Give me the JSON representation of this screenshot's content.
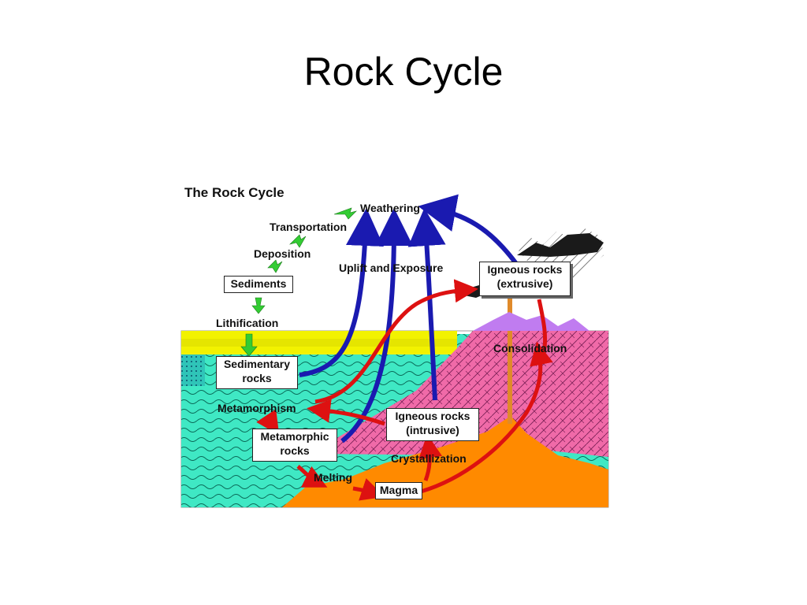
{
  "slide": {
    "title": "Rock Cycle"
  },
  "diagram": {
    "heading": "The Rock Cycle",
    "labels": {
      "weathering": "Weathering",
      "transportation": "Transportation",
      "deposition": "Deposition",
      "lithification": "Lithification",
      "uplift": "Uplift and Exposure",
      "metamorphism": "Metamorphism",
      "consolidation": "Consolidation",
      "crystallization": "Crystallization",
      "melting": "Melting"
    },
    "boxes": {
      "sediments": "Sediments",
      "sedimentary_1": "Sedimentary",
      "sedimentary_2": "rocks",
      "metamorphic_1": "Metamorphic",
      "metamorphic_2": "rocks",
      "igneous_intrusive_1": "Igneous rocks",
      "igneous_intrusive_2": "(intrusive)",
      "igneous_extrusive_1": "Igneous rocks",
      "igneous_extrusive_2": "(extrusive)",
      "magma": "Magma"
    },
    "colors": {
      "sedimentary_layer": "#f2f200",
      "metamorphic_zone": "#3fe8c4",
      "igneous_zone": "#f06aa8",
      "magma": "#ff8a00",
      "volcano": "#c07cf0",
      "sediment_arrow": "#33cc33",
      "uplift_arrow": "#1a1ab0",
      "melt_arrow": "#dd1111"
    }
  }
}
